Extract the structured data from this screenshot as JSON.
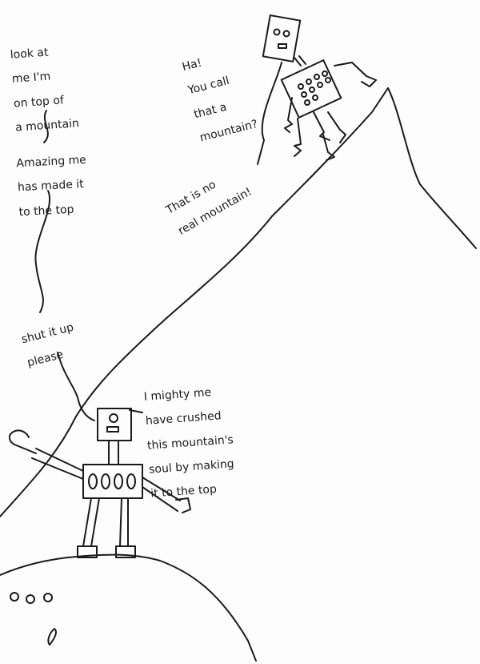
{
  "speech": {
    "left_top": [
      "look at",
      "me I'm",
      "on top of",
      "a mountain"
    ],
    "left_middle": [
      "Amazing me",
      "has made it",
      "to the top"
    ],
    "left_lower": [
      "shut it up",
      "please"
    ],
    "right_top": [
      "Ha!",
      "You call",
      "that a",
      "mountain?"
    ],
    "right_diag": [
      "That is no",
      "real mountain!"
    ],
    "bottom_right": [
      "I mighty me",
      "have crushed",
      "this mountain's",
      "soul by making",
      "it to the top"
    ]
  },
  "colors": {
    "ink": "#1a1a1a",
    "paper": "#fdfdfd"
  },
  "icons": [
    "robot-small-top",
    "robot-large-bottom",
    "cane-icon",
    "pebble-icons"
  ]
}
